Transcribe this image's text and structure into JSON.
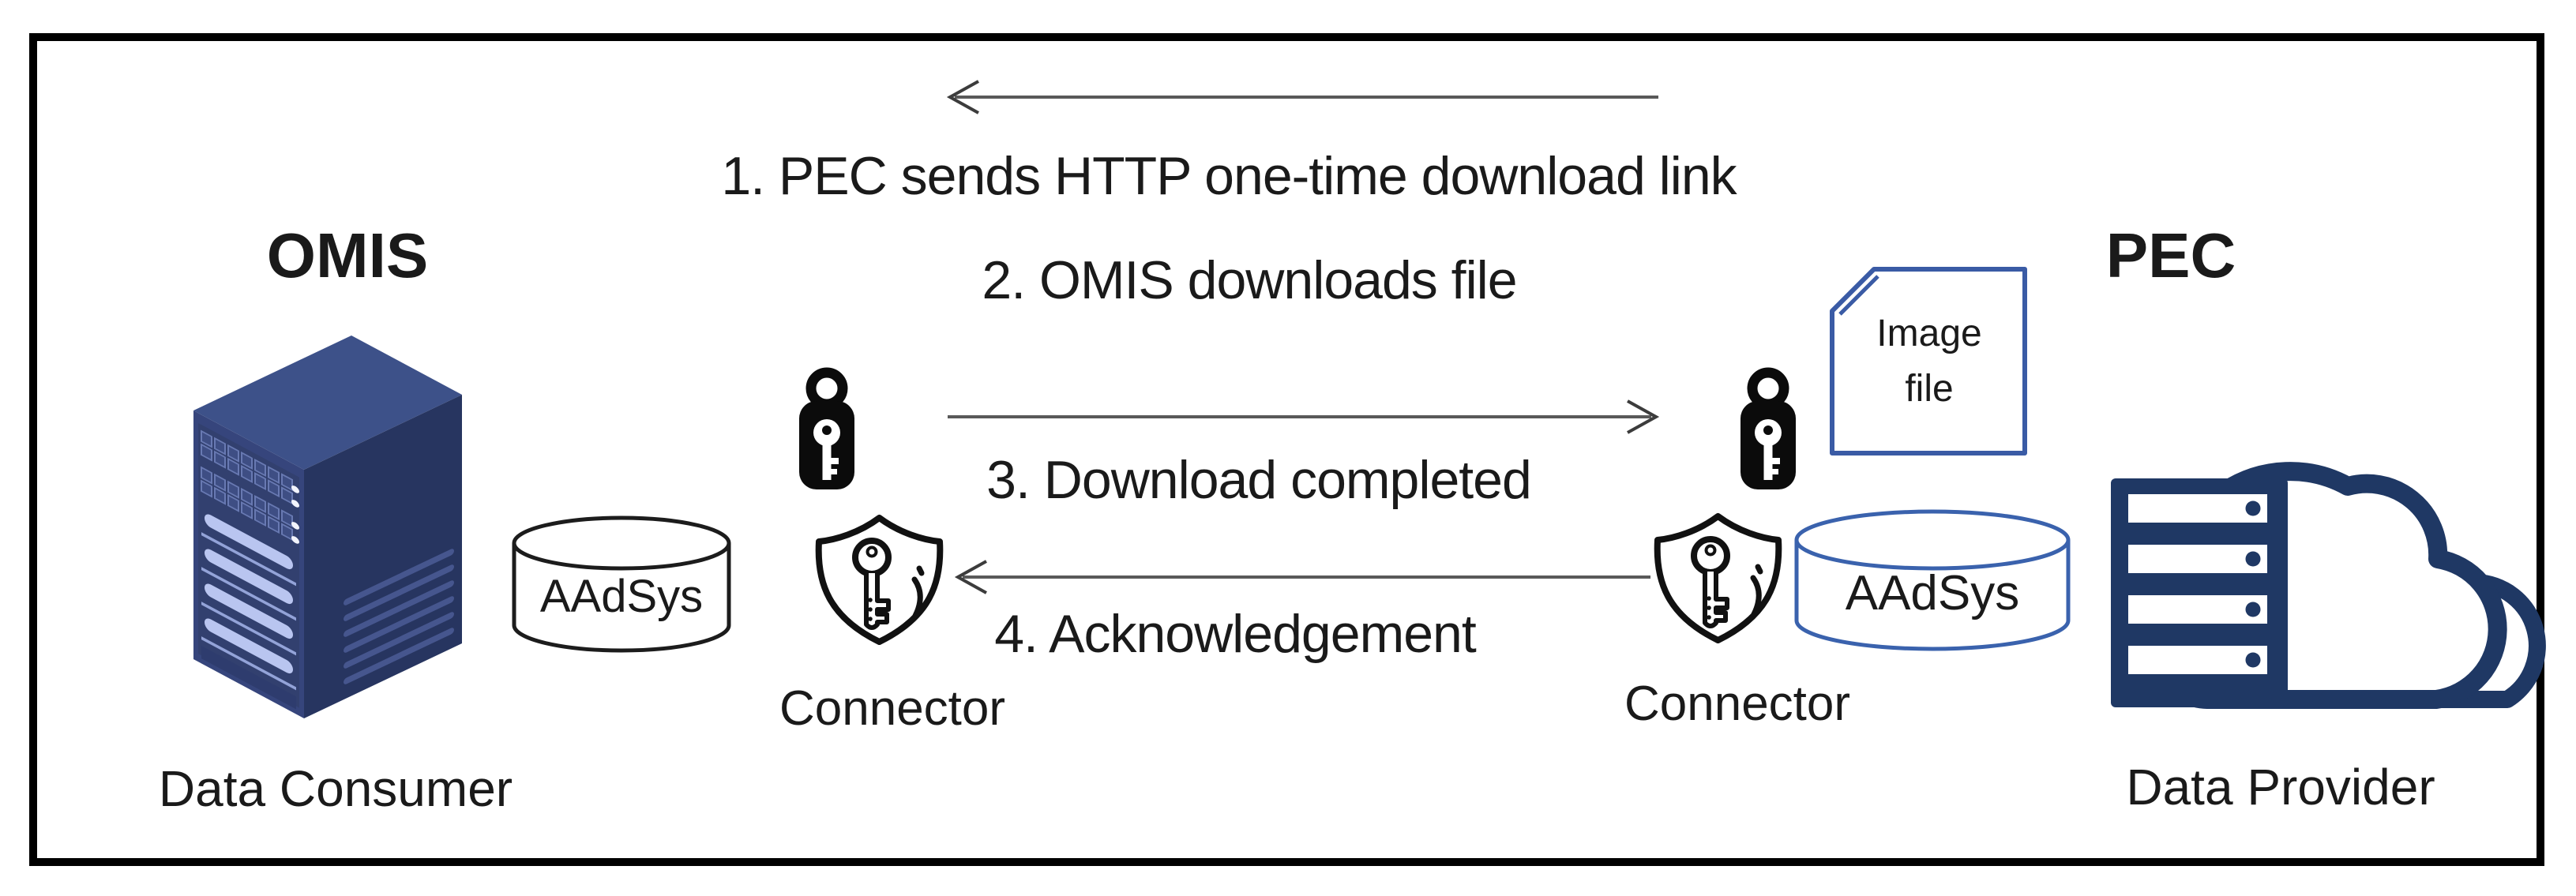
{
  "left_system": {
    "name": "OMIS",
    "role": "Data Consumer",
    "database": "AAdSys",
    "connector": "Connector"
  },
  "right_system": {
    "name": "PEC",
    "role": "Data Provider",
    "database": "AAdSys",
    "connector": "Connector",
    "file": {
      "line1": "Image",
      "line2": "file"
    }
  },
  "messages": [
    {
      "label": "1. PEC sends HTTP one-time download link",
      "direction": "right-to-left"
    },
    {
      "label": "2. OMIS downloads file",
      "direction": "none"
    },
    {
      "label": "3. Download completed",
      "direction": "left-to-right"
    },
    {
      "label": "4. Acknowledgement",
      "direction": "right-to-left"
    }
  ],
  "icons": {
    "left": [
      "server-tower-icon",
      "database-cylinder-icon",
      "key-icon",
      "shield-key-icon"
    ],
    "right": [
      "key-icon",
      "file-document-icon",
      "shield-key-icon",
      "database-cylinder-icon",
      "cloud-server-icon"
    ]
  },
  "colors": {
    "frame_border": "#000000",
    "text": "#1a1a1a",
    "server_top": "#3d5189",
    "server_left_face": "#36457c",
    "server_right_face": "#273560",
    "server_accent_light": "#b9c5f0",
    "cloud_navy": "#1f3864",
    "file_border_blue": "#3a5ba5",
    "db_border_blue": "#3a62ad",
    "db_border_black": "#1c1c1c",
    "arrow_line_gray": "#595959",
    "arrow_head_dark": "#3c3c3c",
    "key_black": "#0b0b0b"
  }
}
